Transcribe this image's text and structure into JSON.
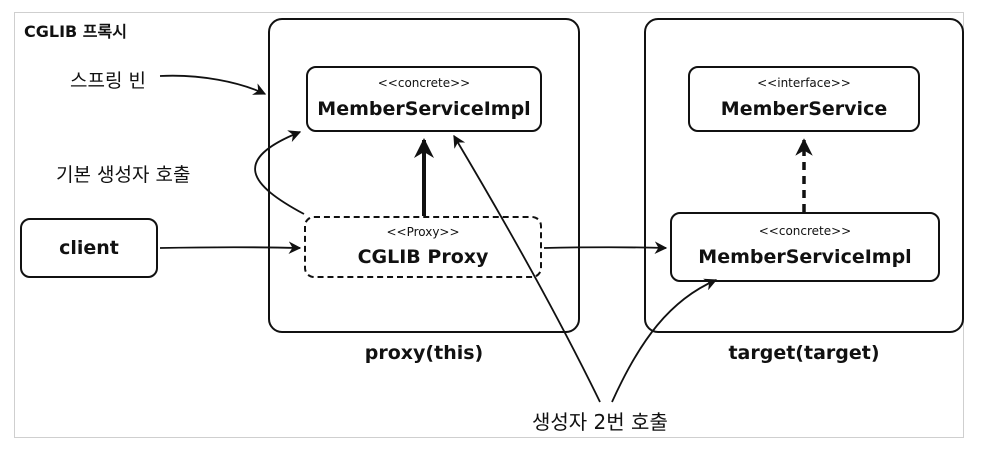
{
  "title": "CGLIB 프록시",
  "labels": {
    "spring_bean": "스프링 빈",
    "default_ctor": "기본 생성자 호출",
    "ctor_twice": "생성자 2번 호출"
  },
  "containers": {
    "proxy": "proxy(this)",
    "target": "target(target)"
  },
  "nodes": {
    "client": {
      "name": "client"
    },
    "proxy_impl": {
      "stereotype": "<<concrete>>",
      "name": "MemberServiceImpl"
    },
    "cglib_proxy": {
      "stereotype": "<<Proxy>>",
      "name": "CGLIB Proxy"
    },
    "iface": {
      "stereotype": "<<interface>>",
      "name": "MemberService"
    },
    "target_impl": {
      "stereotype": "<<concrete>>",
      "name": "MemberServiceImpl"
    }
  }
}
